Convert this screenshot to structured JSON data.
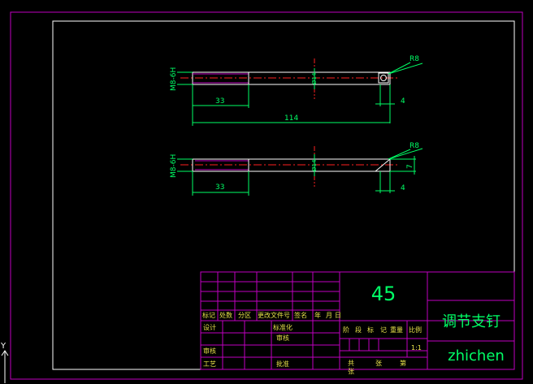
{
  "colors": {
    "background": "#000000",
    "sheet_border": "#c000c0",
    "frame": "#ffffff",
    "part_outline": "#ffffff",
    "centerline": "#ff2020",
    "dimension": "#00ff66",
    "title_block_line": "#c000c0",
    "title_text": "#00ff66"
  },
  "drawing": {
    "view1": {
      "thread_label": "M8-6H",
      "dim_length_left": "33",
      "dim_total": "114",
      "dim_diameter": "Ø14",
      "dim_radius": "R8",
      "dim_right_end": "4"
    },
    "view2": {
      "thread_label": "M8-6H",
      "dim_length_left": "33",
      "dim_diameter": "Ø14",
      "dim_radius": "R8",
      "dim_right_end": "4",
      "dim_vertical": "7"
    }
  },
  "title_block": {
    "material": "45",
    "part_name": "调节支钉",
    "author_watermark": "zhichen",
    "scale": "1:1",
    "revision_headers": [
      "标记",
      "处数",
      "分区",
      "更改文件号",
      "签名",
      "年",
      "月",
      "日"
    ],
    "sign_rows": {
      "design": "设计",
      "standardize": "标准化",
      "review": "审核",
      "process": "工艺",
      "approve": "批准",
      "audit": "审核"
    },
    "right_headers": [
      "阶",
      "段",
      "标",
      "记",
      "重量",
      "比例"
    ],
    "sheet_info": [
      "共",
      "张",
      "第",
      "张"
    ]
  },
  "ucs_icon_label": "Y"
}
